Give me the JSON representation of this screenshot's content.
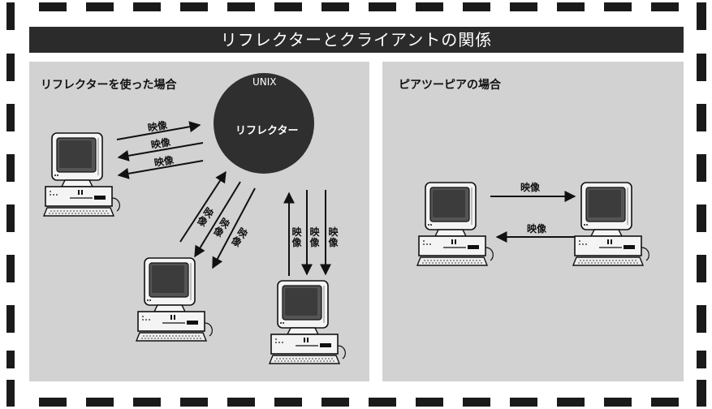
{
  "title": "リフレクターとクライアントの関係",
  "left_panel": {
    "title": "リフレクターを使った場合",
    "server_os": "UNIX",
    "server_label": "リフレクター",
    "video_label": "映像"
  },
  "right_panel": {
    "title": "ピアツーピアの場合",
    "video_label": "映像"
  },
  "colors": {
    "frame": "#1a1a1a",
    "title_bar": "#2b2b2b",
    "panel": "#d2d2d2",
    "server": "#2f2f2f"
  },
  "icons": [
    "computer-icon",
    "arrow-icon"
  ]
}
